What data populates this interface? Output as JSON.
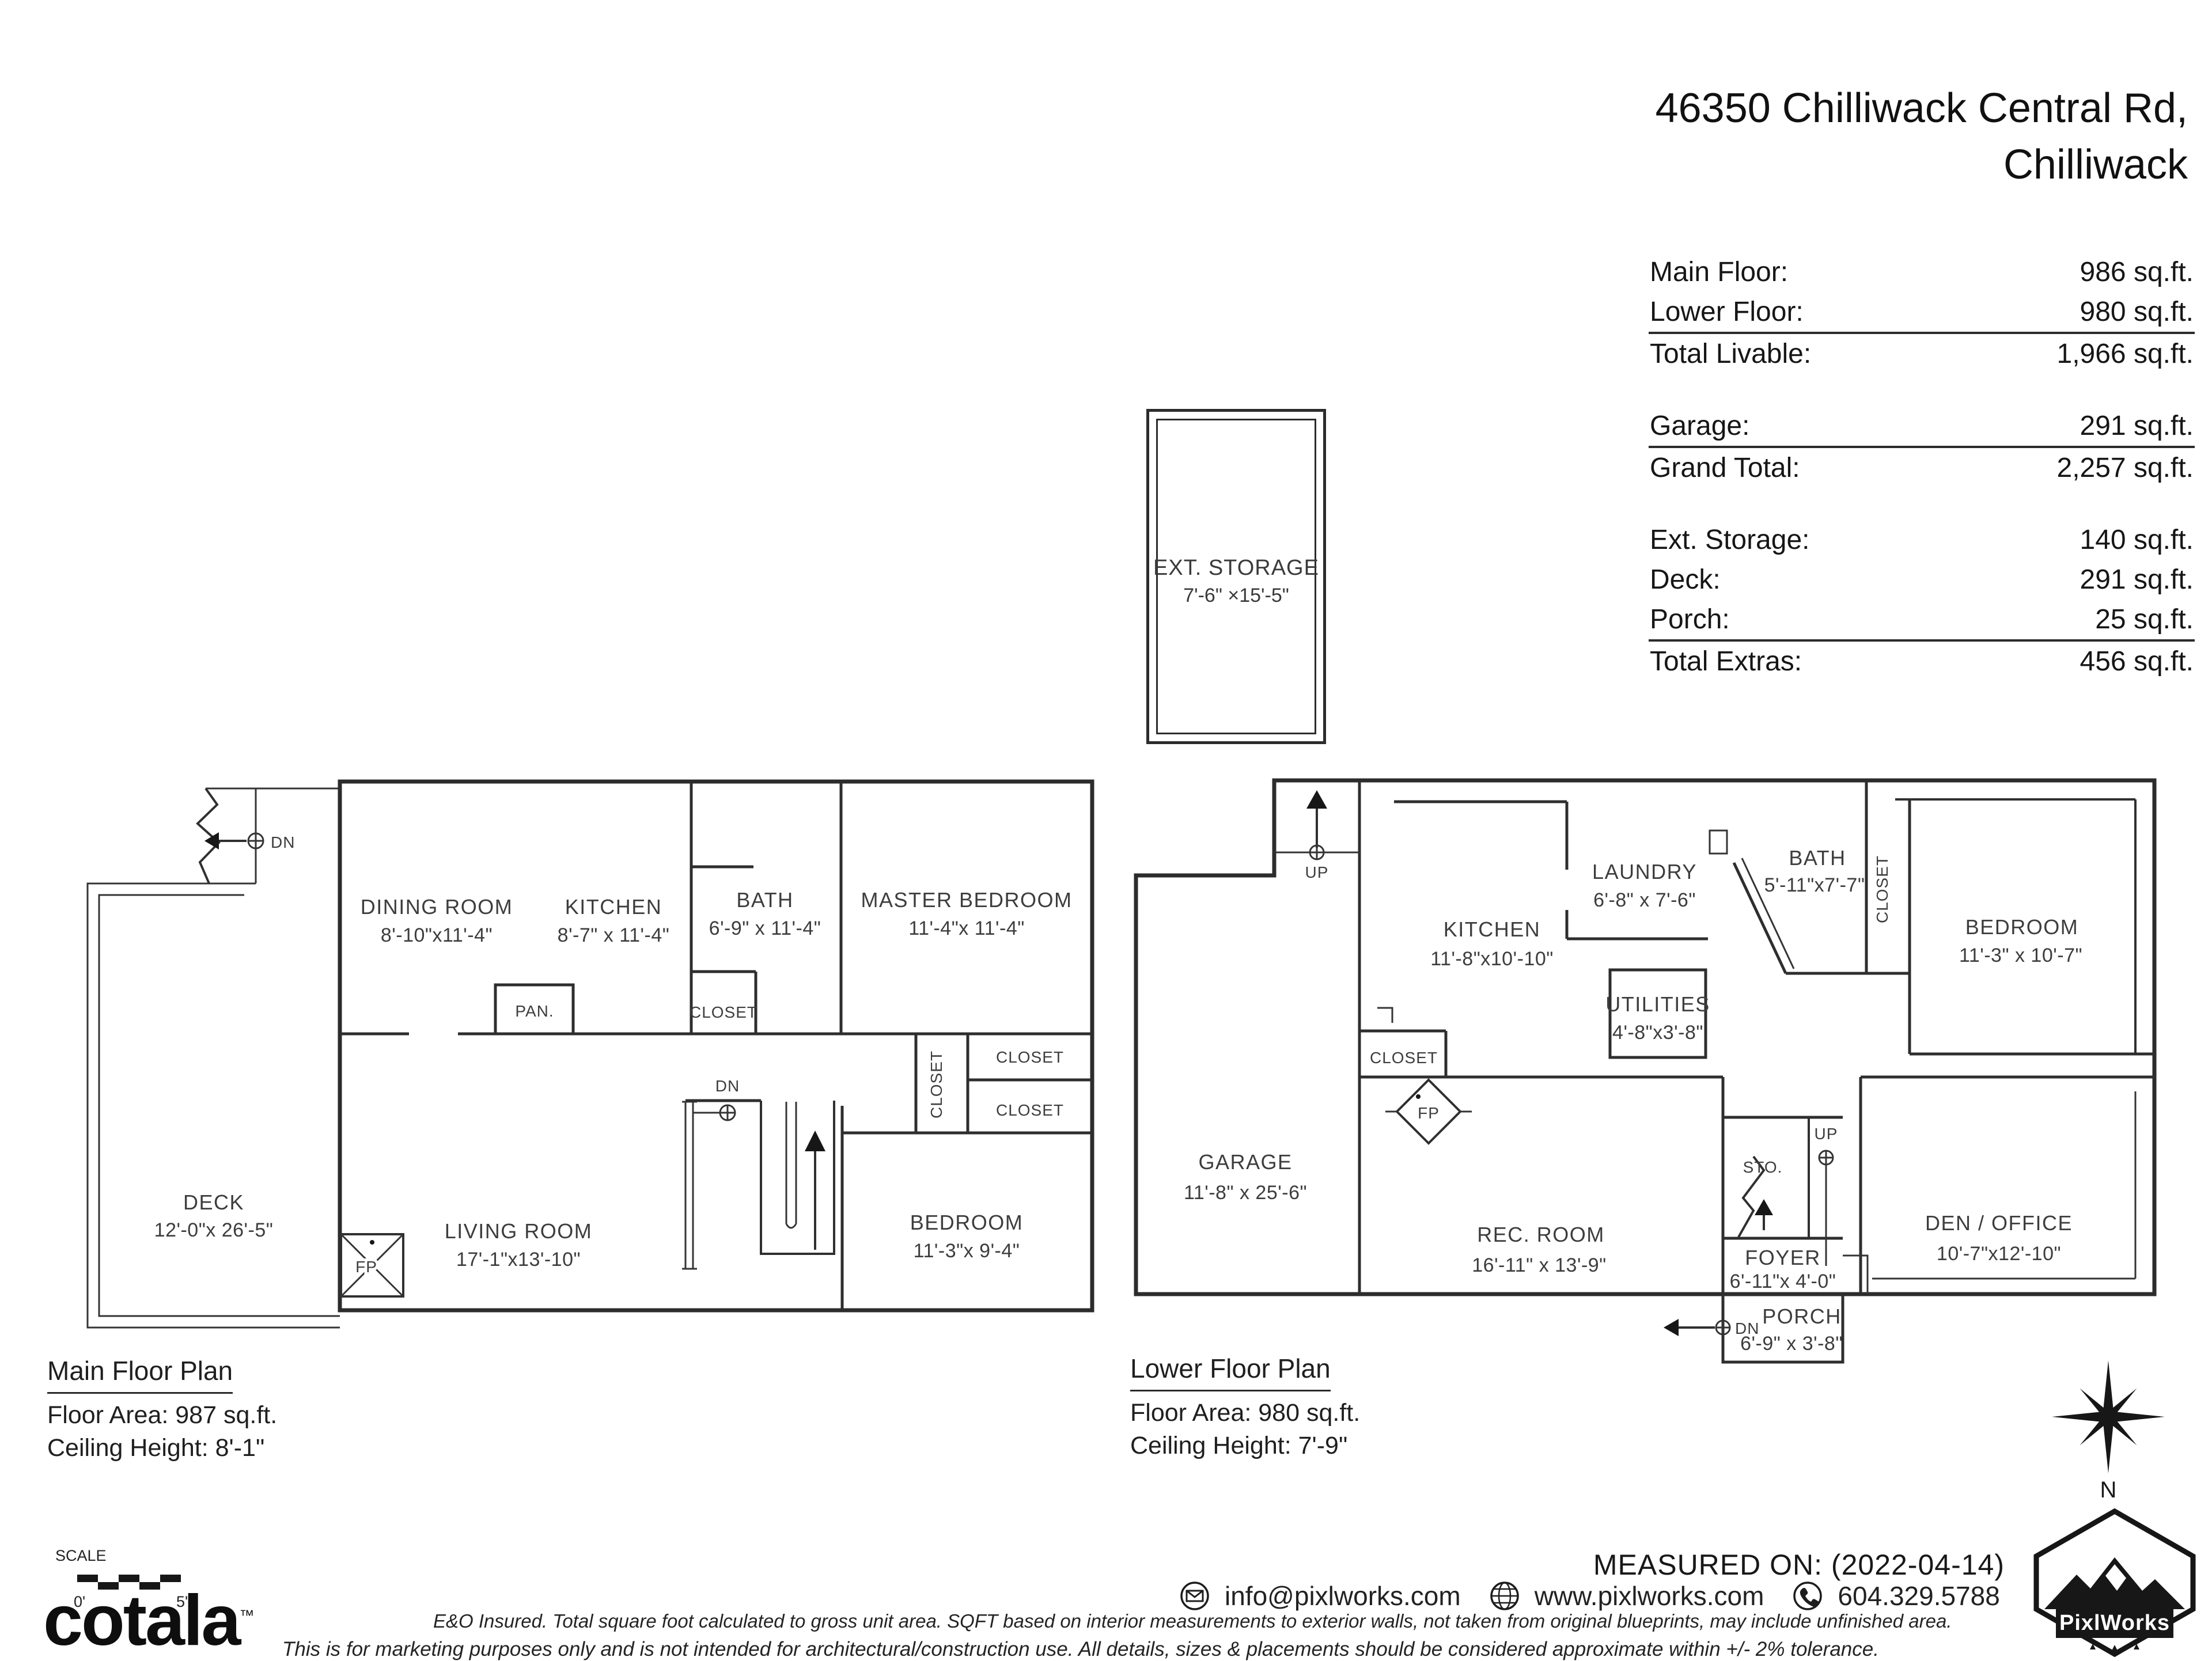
{
  "header": {
    "address_line1": "46350 Chilliwack Central Rd,",
    "address_line2": "Chilliwack"
  },
  "area_table": {
    "groups": [
      {
        "rows": [
          {
            "label": "Main Floor:",
            "value": "986 sq.ft."
          },
          {
            "label": "Lower Floor:",
            "value": "980 sq.ft."
          }
        ],
        "total": {
          "label": "Total Livable:",
          "value": "1,966 sq.ft."
        }
      },
      {
        "rows": [
          {
            "label": "Garage:",
            "value": "291 sq.ft."
          }
        ],
        "total": {
          "label": "Grand Total:",
          "value": "2,257 sq.ft."
        }
      },
      {
        "rows": [
          {
            "label": "Ext. Storage:",
            "value": "140 sq.ft."
          },
          {
            "label": "Deck:",
            "value": "291 sq.ft."
          },
          {
            "label": "Porch:",
            "value": "25 sq.ft."
          }
        ],
        "total": {
          "label": "Total Extras:",
          "value": "456 sq.ft."
        }
      }
    ]
  },
  "ext_storage": {
    "name": "EXT. STORAGE",
    "dims": "7'-6\" ×15'-5\""
  },
  "main_plan": {
    "caption": {
      "title": "Main Floor Plan",
      "area": "Floor Area: 987 sq.ft.",
      "ceiling": "Ceiling Height: 8'-1\""
    },
    "rooms": {
      "deck": {
        "name": "DECK",
        "dims": "12'-0\"x 26'-5\""
      },
      "dining": {
        "name": "DINING ROOM",
        "dims": "8'-10\"x11'-4\""
      },
      "kitchen": {
        "name": "KITCHEN",
        "dims": "8'-7\" x 11'-4\""
      },
      "bath": {
        "name": "BATH",
        "dims": "6'-9\" x 11'-4\""
      },
      "master": {
        "name": "MASTER BEDROOM",
        "dims": "11'-4\"x 11'-4\""
      },
      "living": {
        "name": "LIVING ROOM",
        "dims": "17'-1\"x13'-10\""
      },
      "bedroom": {
        "name": "BEDROOM",
        "dims": "11'-3\"x 9'-4\""
      }
    },
    "labels": {
      "pantry": "PAN.",
      "closet_bath": "CLOSET",
      "closet_hall": "CLOSET",
      "closet_upper": "CLOSET",
      "closet_lower": "CLOSET",
      "fireplace": "FP",
      "dn_deck": "DN",
      "dn_stairs": "DN"
    }
  },
  "lower_plan": {
    "caption": {
      "title": "Lower Floor Plan",
      "area": "Floor Area: 980 sq.ft.",
      "ceiling": "Ceiling Height: 7'-9\""
    },
    "rooms": {
      "garage": {
        "name": "GARAGE",
        "dims": "11'-8\" x 25'-6\""
      },
      "kitchen": {
        "name": "KITCHEN",
        "dims": "11'-8\"x10'-10\""
      },
      "laundry": {
        "name": "LAUNDRY",
        "dims": "6'-8\" x 7'-6\""
      },
      "bath": {
        "name": "BATH",
        "dims": "5'-11\"x7'-7\""
      },
      "bedroom": {
        "name": "BEDROOM",
        "dims": "11'-3\" x 10'-7\""
      },
      "utilities": {
        "name": "UTILITIES",
        "dims": "4'-8\"x3'-8\""
      },
      "rec_room": {
        "name": "REC. ROOM",
        "dims": "16'-11\" x 13'-9\""
      },
      "den_office": {
        "name": "DEN / OFFICE",
        "dims": "10'-7\"x12'-10\""
      },
      "foyer": {
        "name": "FOYER",
        "dims": "6'-11\"x 4'-0\""
      },
      "porch": {
        "name": "PORCH",
        "dims": "6'-9\" x 3'-8\""
      }
    },
    "labels": {
      "up_garage": "UP",
      "up_stairs": "UP",
      "closet_kitchen": "CLOSET",
      "closet_side": "CLOSET",
      "storage": "STO.",
      "fireplace": "FP",
      "dn_porch": "DN"
    }
  },
  "footer": {
    "measured_on": "MEASURED ON: (2022-04-14)",
    "email": "info@pixlworks.com",
    "website": "www.pixlworks.com",
    "phone": "604.329.5788",
    "disclaimer1": "E&O Insured.  Total square foot calculated to gross unit area. SQFT based on interior measurements to exterior walls, not taken from original blueprints, may include unfinished area.",
    "disclaimer2": "This is for marketing purposes only and is not intended for architectural/construction use.  All details, sizes & placements should be considered approximate within +/- 2%  tolerance.",
    "brand": "cotala",
    "brand_tm": "™",
    "scale_label": "SCALE",
    "scale_start": "0'",
    "scale_end": "5'",
    "logo_text": "PixlWorks",
    "compass_n": "N"
  }
}
